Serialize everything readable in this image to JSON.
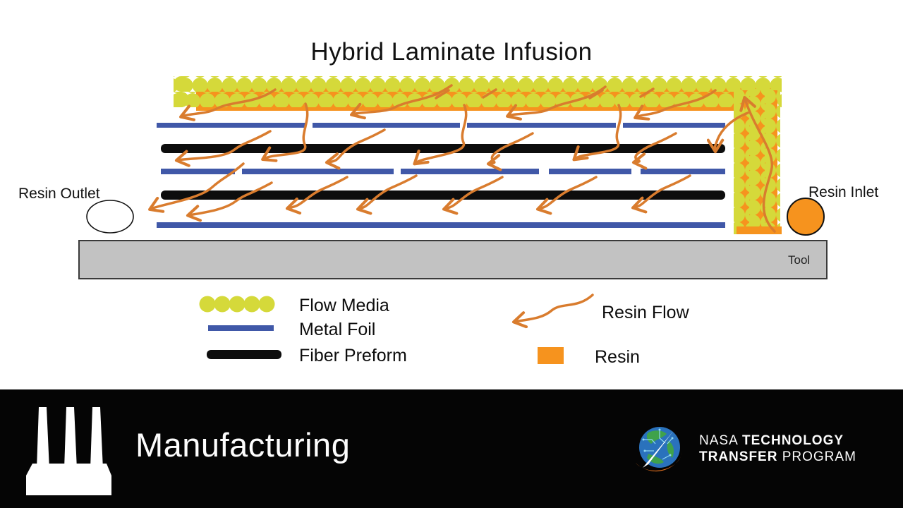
{
  "title": "Hybrid Laminate Infusion",
  "diagram": {
    "resin_outlet_label": "Resin Outlet",
    "resin_inlet_label": "Resin Inlet",
    "tool_label": "Tool"
  },
  "legend": {
    "flow_media_label": "Flow Media",
    "metal_foil_label": "Metal Foil",
    "fiber_preform_label": "Fiber Preform",
    "resin_flow_label": "Resin Flow",
    "resin_label": "Resin"
  },
  "footer": {
    "category": "Manufacturing",
    "logo": {
      "line1_regular": "NASA ",
      "line1_bold": "TECHNOLOGY",
      "line2_bold": "TRANSFER ",
      "line2_regular": "PROGRAM"
    }
  },
  "icons": {
    "factory": "factory-icon",
    "nasa_globe": "nasa-globe-icon",
    "resin_flow": "wavy-left-arrow-icon"
  },
  "colors": {
    "flow_media_yellow": "#d5d93a",
    "resin_orange": "#f6931e",
    "arrow_orange": "#d97c2e",
    "metal_foil_blue": "#4058a8",
    "fiber_black": "#0d0d0d",
    "tool_gray": "#c2c2c2",
    "tool_border": "#3a3a3a",
    "footer_black": "#050505",
    "globe_blue": "#2a72bc",
    "globe_green": "#3fa24b",
    "swoosh_orange": "#e8731f",
    "text_black": "#111111",
    "text_white": "#fdfdfd"
  }
}
